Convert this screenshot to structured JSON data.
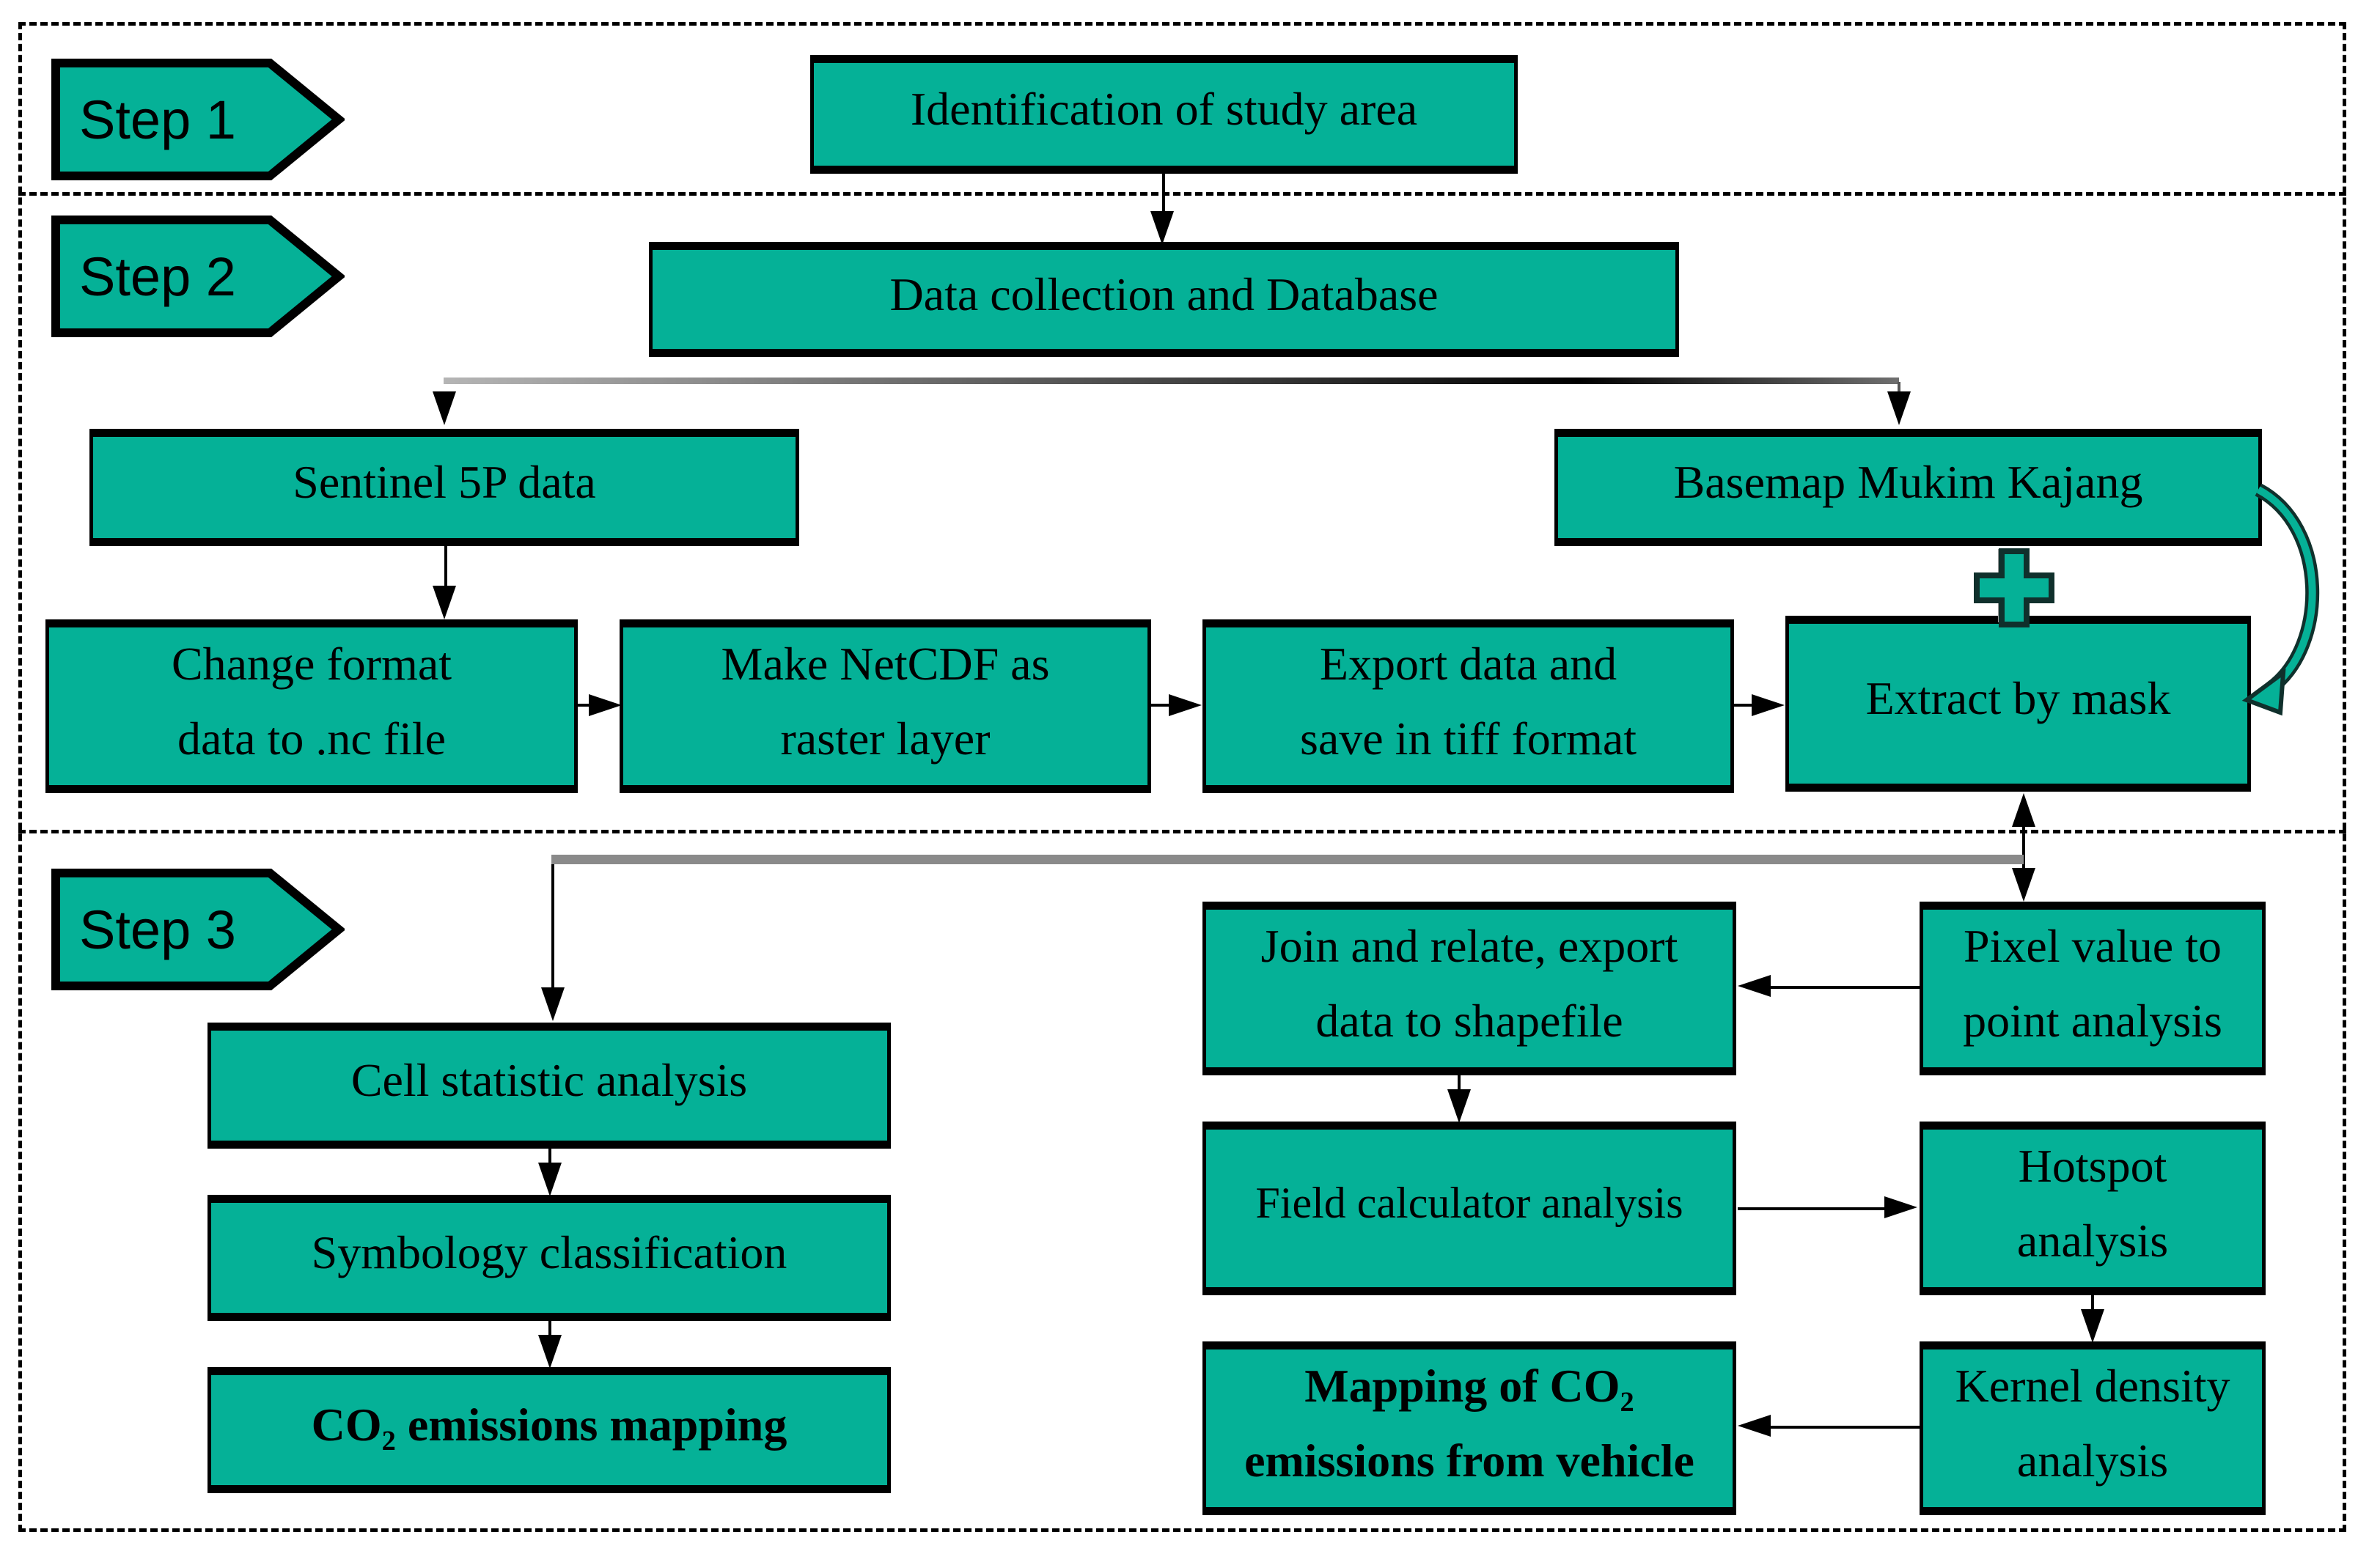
{
  "colors": {
    "box_fill": "#05b197",
    "box_border": "#000000",
    "connector_gray": "#8a8a8a",
    "background": "#ffffff"
  },
  "steps": [
    {
      "label": "Step 1"
    },
    {
      "label": "Step 2"
    },
    {
      "label": "Step 3"
    }
  ],
  "nodes": {
    "identification": {
      "line1": "Identification of study area"
    },
    "data_collection": {
      "line1": "Data collection and Database"
    },
    "sentinel": {
      "line1": "Sentinel 5P data"
    },
    "basemap": {
      "line1": "Basemap Mukim Kajang"
    },
    "change_format": {
      "line1": "Change format",
      "line2": "data to .nc file"
    },
    "make_netcdf": {
      "line1": "Make NetCDF as",
      "line2": "raster layer"
    },
    "export_data": {
      "line1": "Export data and",
      "line2": "save in tiff format"
    },
    "extract_mask": {
      "line1": "Extract by mask"
    },
    "cell_statistic": {
      "line1": "Cell statistic analysis"
    },
    "symbology": {
      "line1": "Symbology classification"
    },
    "co2_mapping": {
      "line1": "CO₂ emissions mapping"
    },
    "join_relate": {
      "line1": "Join and relate, export",
      "line2": "data to shapefile"
    },
    "pixel_value": {
      "line1": "Pixel value to",
      "line2": "point analysis"
    },
    "field_calculator": {
      "line1": "Field calculator analysis"
    },
    "hotspot": {
      "line1": "Hotspot",
      "line2": "analysis"
    },
    "kernel_density": {
      "line1": "Kernel density",
      "line2": "analysis"
    },
    "mapping_vehicle": {
      "line1": "Mapping of CO₂",
      "line2": "emissions from vehicle"
    }
  },
  "icons": {
    "plus": "plus-sign",
    "curved_arrow": "curved-arrow"
  }
}
